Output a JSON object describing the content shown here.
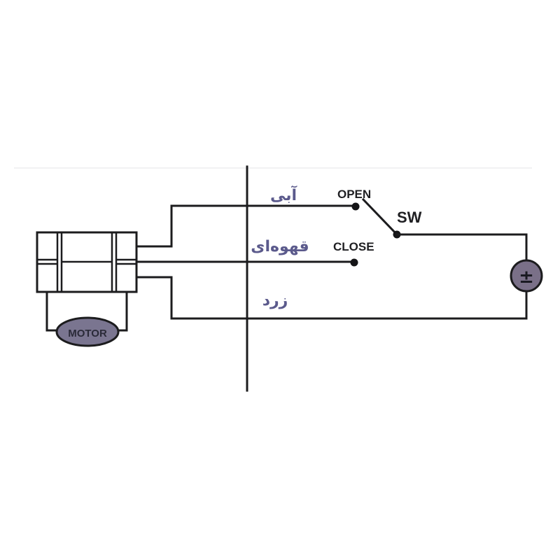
{
  "diagram": {
    "type": "wiring-diagram",
    "components": {
      "valve": {
        "label": ""
      },
      "motor": {
        "label": "MOTOR",
        "fill": "#7a7590"
      },
      "switch": {
        "label": "SW"
      },
      "power_source": {
        "symbol": "±",
        "fill": "#7a7088"
      }
    },
    "terminals": {
      "open": {
        "label": "OPEN"
      },
      "close": {
        "label": "CLOSE"
      }
    },
    "wires": [
      {
        "id": "blue",
        "label_fa": "آبی",
        "color_meaning": "blue"
      },
      {
        "id": "brown",
        "label_fa": "قهوه‌ای",
        "color_meaning": "brown"
      },
      {
        "id": "yellow",
        "label_fa": "زرد",
        "color_meaning": "yellow"
      }
    ],
    "colors": {
      "line": "#1c1c1e",
      "persian_text": "#5b5a8c",
      "background": "#ffffff"
    }
  }
}
